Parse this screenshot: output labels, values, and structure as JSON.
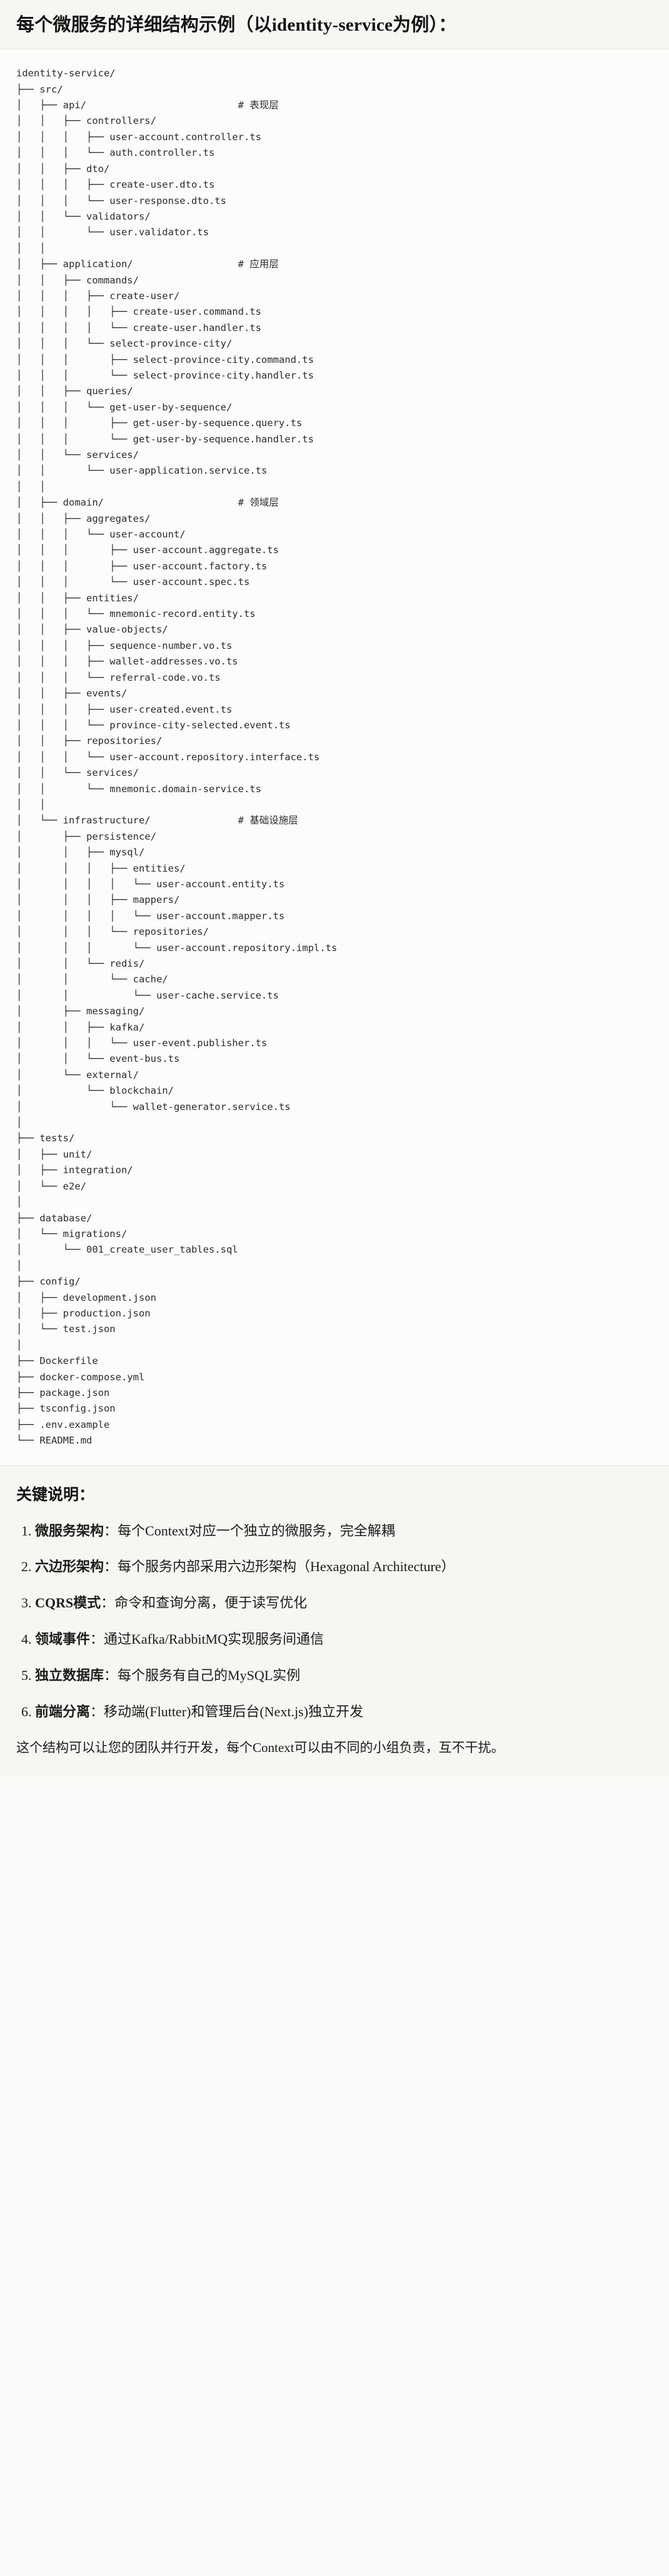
{
  "header": {
    "title": "每个微服务的详细结构示例（以identity-service为例）："
  },
  "tree": {
    "root_label": "identity-service/",
    "comment_prefix": "#",
    "layer_comments": {
      "api": "# 表现层",
      "application": "# 应用层",
      "domain": "# 领域层",
      "infrastructure": "# 基础设施层"
    },
    "text": "identity-service/\n├── src/\n│   ├── api/                          # 表现层\n│   │   ├── controllers/\n│   │   │   ├── user-account.controller.ts\n│   │   │   └── auth.controller.ts\n│   │   ├── dto/\n│   │   │   ├── create-user.dto.ts\n│   │   │   └── user-response.dto.ts\n│   │   └── validators/\n│   │       └── user.validator.ts\n│   │\n│   ├── application/                  # 应用层\n│   │   ├── commands/\n│   │   │   ├── create-user/\n│   │   │   │   ├── create-user.command.ts\n│   │   │   │   └── create-user.handler.ts\n│   │   │   └── select-province-city/\n│   │   │       ├── select-province-city.command.ts\n│   │   │       └── select-province-city.handler.ts\n│   │   ├── queries/\n│   │   │   └── get-user-by-sequence/\n│   │   │       ├── get-user-by-sequence.query.ts\n│   │   │       └── get-user-by-sequence.handler.ts\n│   │   └── services/\n│   │       └── user-application.service.ts\n│   │\n│   ├── domain/                       # 领域层\n│   │   ├── aggregates/\n│   │   │   └── user-account/\n│   │   │       ├── user-account.aggregate.ts\n│   │   │       ├── user-account.factory.ts\n│   │   │       └── user-account.spec.ts\n│   │   ├── entities/\n│   │   │   └── mnemonic-record.entity.ts\n│   │   ├── value-objects/\n│   │   │   ├── sequence-number.vo.ts\n│   │   │   ├── wallet-addresses.vo.ts\n│   │   │   └── referral-code.vo.ts\n│   │   ├── events/\n│   │   │   ├── user-created.event.ts\n│   │   │   └── province-city-selected.event.ts\n│   │   ├── repositories/\n│   │   │   └── user-account.repository.interface.ts\n│   │   └── services/\n│   │       └── mnemonic.domain-service.ts\n│   │\n│   └── infrastructure/               # 基础设施层\n│       ├── persistence/\n│       │   ├── mysql/\n│       │   │   ├── entities/\n│       │   │   │   └── user-account.entity.ts\n│       │   │   ├── mappers/\n│       │   │   │   └── user-account.mapper.ts\n│       │   │   └── repositories/\n│       │   │       └── user-account.repository.impl.ts\n│       │   └── redis/\n│       │       └── cache/\n│       │           └── user-cache.service.ts\n│       ├── messaging/\n│       │   ├── kafka/\n│       │   │   └── user-event.publisher.ts\n│       │   └── event-bus.ts\n│       └── external/\n│           └── blockchain/\n│               └── wallet-generator.service.ts\n│\n├── tests/\n│   ├── unit/\n│   ├── integration/\n│   └── e2e/\n│\n├── database/\n│   └── migrations/\n│       └── 001_create_user_tables.sql\n│\n├── config/\n│   ├── development.json\n│   ├── production.json\n│   └── test.json\n│\n├── Dockerfile\n├── docker-compose.yml\n├── package.json\n├── tsconfig.json\n├── .env.example\n└── README.md"
  },
  "notes": {
    "heading": "关键说明：",
    "items": [
      {
        "term": "微服务架构",
        "sep": "：",
        "desc": "每个Context对应一个独立的微服务，完全解耦"
      },
      {
        "term": "六边形架构",
        "sep": "：",
        "desc": "每个服务内部采用六边形架构（Hexagonal Architecture）"
      },
      {
        "term": "CQRS模式",
        "sep": "：",
        "desc": "命令和查询分离，便于读写优化"
      },
      {
        "term": "领域事件",
        "sep": "：",
        "desc": "通过Kafka/RabbitMQ实现服务间通信"
      },
      {
        "term": "独立数据库",
        "sep": "：",
        "desc": "每个服务有自己的MySQL实例"
      },
      {
        "term": "前端分离",
        "sep": "：",
        "desc": "移动端(Flutter)和管理后台(Next.js)独立开发"
      }
    ],
    "closing": "这个结构可以让您的团队并行开发，每个Context可以由不同的小组负责，互不干扰。"
  },
  "colors": {
    "page_bg": "#fbfaf8",
    "header_bg": "#f7f6f2",
    "code_bg": "#fdfcfa",
    "notes_bg": "#f8f6f2",
    "text": "#1c1c1c",
    "code_text": "#2b2b2b",
    "divider": "#e3e1dc"
  }
}
